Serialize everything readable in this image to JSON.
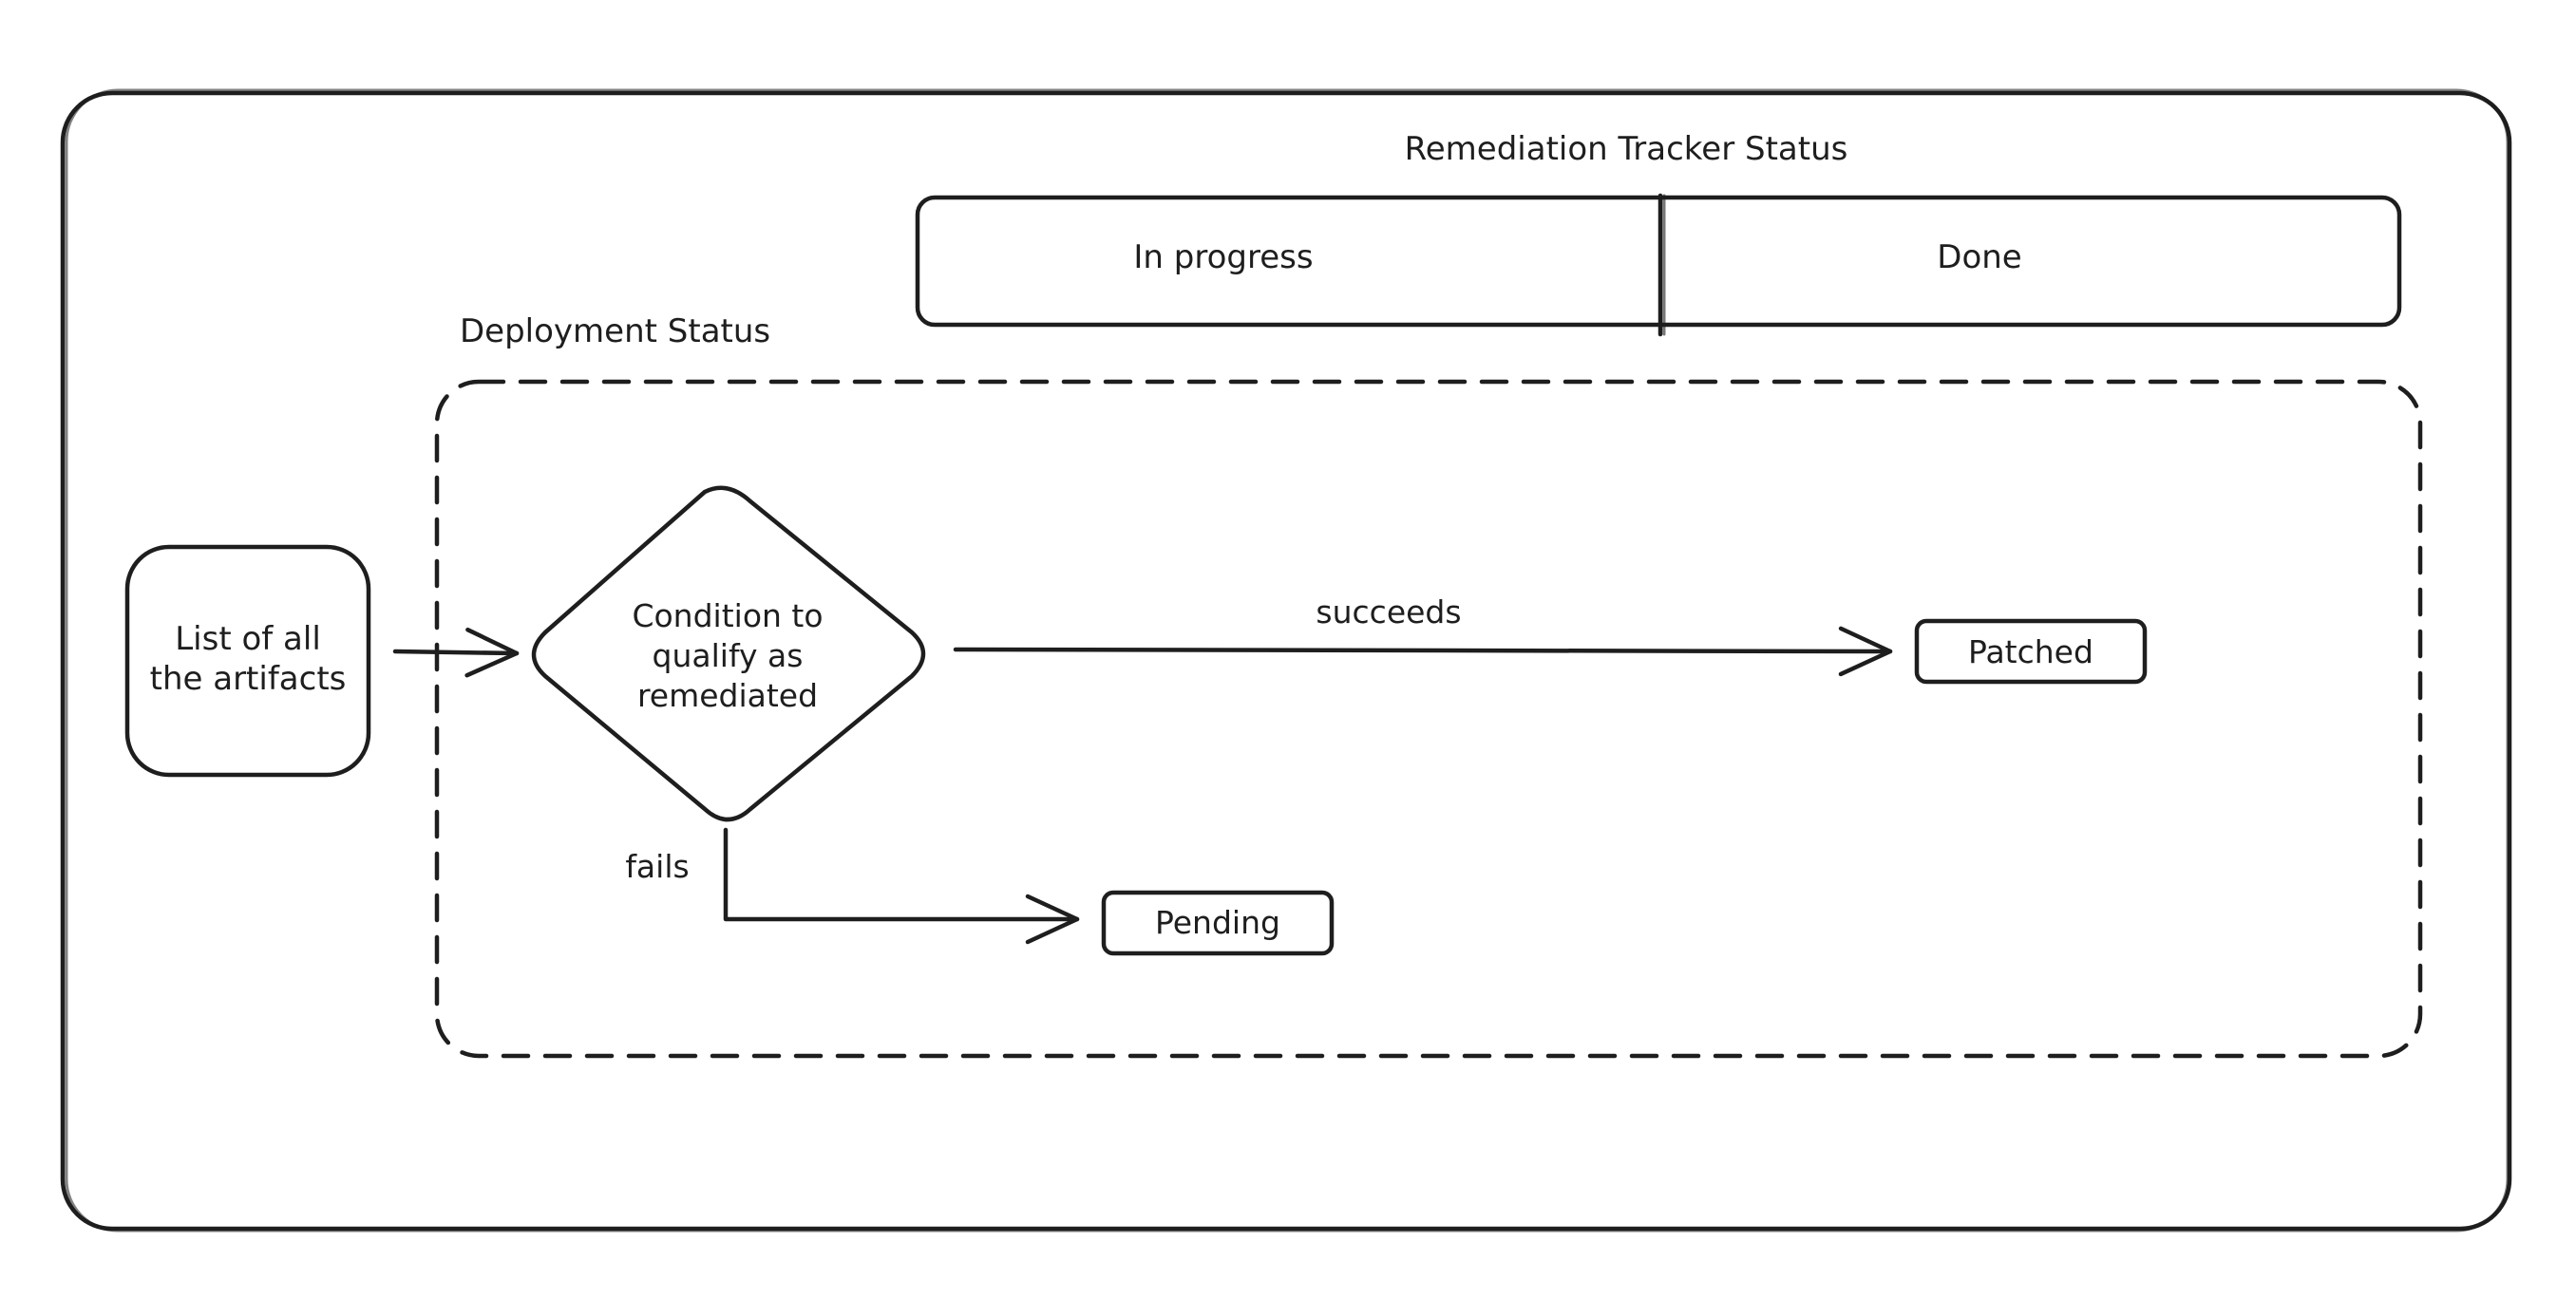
{
  "colors": {
    "stroke": "#1e1e1e",
    "background": "#ffffff"
  },
  "tracker": {
    "title": "Remediation Tracker Status",
    "in_progress": "In progress",
    "done": "Done"
  },
  "deployment": {
    "title": "Deployment Status"
  },
  "nodes": {
    "artifacts": [
      "List of all",
      "the artifacts"
    ],
    "condition": [
      "Condition to",
      "qualify as",
      "remediated"
    ],
    "patched": "Patched",
    "pending": "Pending"
  },
  "edges": {
    "succeeds": "succeeds",
    "fails": "fails"
  }
}
